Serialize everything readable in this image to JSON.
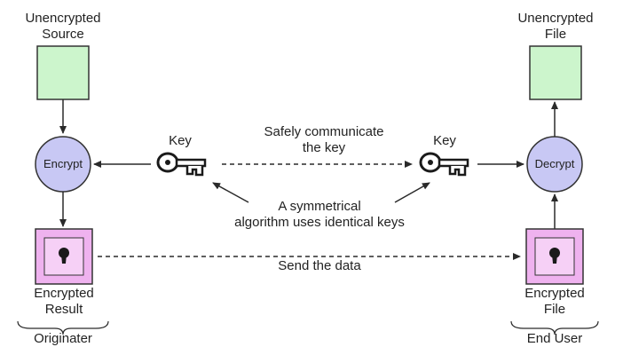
{
  "originator": {
    "source_label": [
      "Unencrypted",
      "Source"
    ],
    "encrypt_label": "Encrypt",
    "result_label": [
      "Encrypted",
      "Result"
    ],
    "group_label": "Originater"
  },
  "end_user": {
    "file_label": [
      "Unencrypted",
      "File"
    ],
    "decrypt_label": "Decrypt",
    "encrypted_file_label": [
      "Encrypted",
      "File"
    ],
    "group_label": "End User"
  },
  "key_left_label": "Key",
  "key_right_label": "Key",
  "communicate_label": [
    "Safely communicate",
    "the key"
  ],
  "symmetric_note": [
    "A symmetrical",
    "algorithm uses identical keys"
  ],
  "send_label": "Send the data",
  "colors": {
    "box_green": "#ccf5cc",
    "circle_blue": "#c8c8f4",
    "lock_pink": "#efb2ef",
    "lock_inner": "#f6d0f6",
    "ink": "#2a2a2a"
  }
}
